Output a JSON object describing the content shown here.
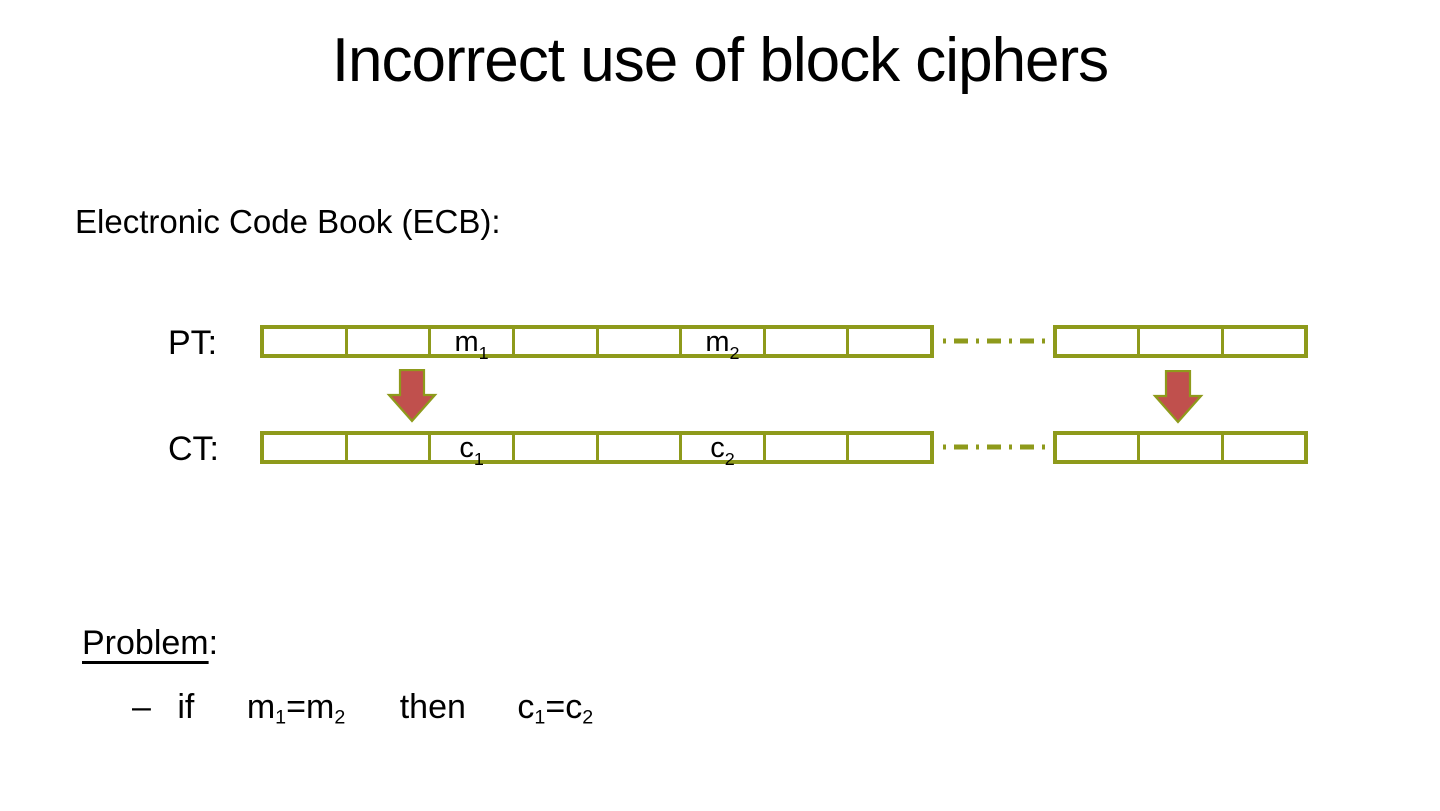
{
  "slide": {
    "title": "Incorrect use of block ciphers",
    "subtitle": "Electronic Code Book (ECB):"
  },
  "diagram": {
    "rows": [
      {
        "label": "PT:",
        "block1": {
          "base": "m",
          "sub": "1"
        },
        "block2": {
          "base": "m",
          "sub": "2"
        }
      },
      {
        "label": "CT:",
        "block1": {
          "base": "c",
          "sub": "1"
        },
        "block2": {
          "base": "c",
          "sub": "2"
        }
      }
    ],
    "colors": {
      "box_border_olive": "#8e9a1b",
      "arrow_fill_red": "#c0504d",
      "arrow_outline_olive": "#8e9a1b"
    }
  },
  "problem": {
    "heading": "Problem",
    "colon": ":",
    "bullet": {
      "dash": "–",
      "word_if": "if",
      "lhs": {
        "base1": "m",
        "sub1": "1",
        "eq": "=",
        "base2": "m",
        "sub2": "2"
      },
      "word_then": "then",
      "rhs": {
        "base1": "c",
        "sub1": "1",
        "eq": "=",
        "base2": "c",
        "sub2": "2"
      }
    }
  }
}
